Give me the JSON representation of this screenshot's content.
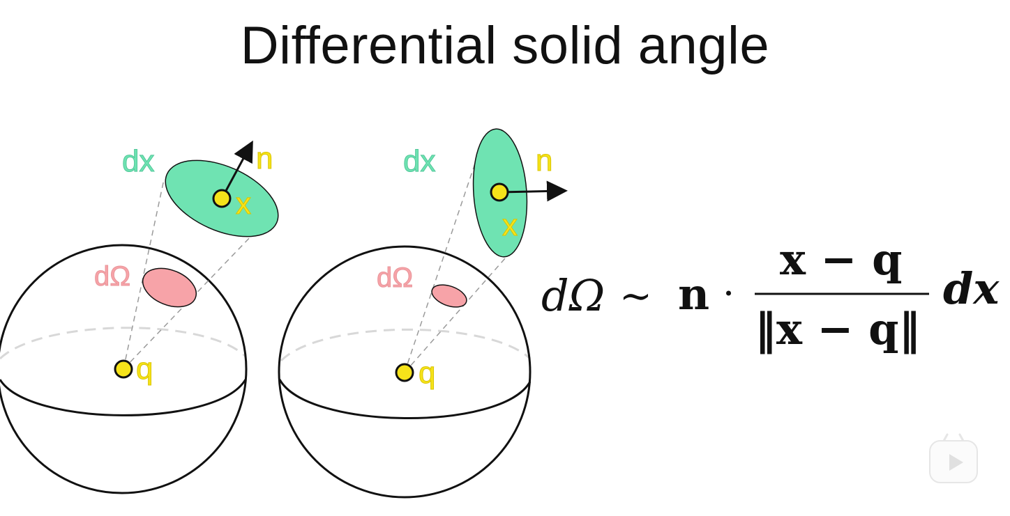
{
  "title": "Differential solid angle",
  "colors": {
    "patch_fill": "#6fe3b2",
    "projection_fill": "#f7a3a8",
    "point_fill": "#f6e31a",
    "label_dx": "#52c79a",
    "label_dOmega": "#e8959a",
    "label_yellow": "#d9c400",
    "dashed": "#9a9a9a"
  },
  "left_diagram": {
    "patch_label": "dx",
    "normal_label": "n",
    "point_label": "x",
    "projection_label": "dΩ",
    "center_label": "q"
  },
  "right_diagram": {
    "patch_label": "dx",
    "normal_label": "n",
    "point_label": "x",
    "projection_label": "dΩ",
    "center_label": "q"
  },
  "formula": {
    "lhs": "dΩ",
    "relation": "∼",
    "n": "n",
    "dot": "·",
    "numerator": "x − q",
    "denominator": "‖x − q‖",
    "dx": "dx"
  },
  "player": {
    "icon": "play-icon"
  }
}
